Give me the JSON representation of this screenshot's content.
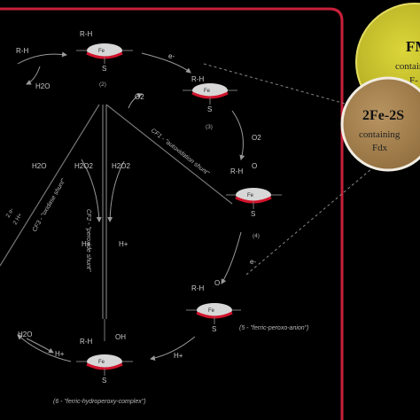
{
  "fmn": {
    "title": "FMN",
    "line1": "containing",
    "line2": "F-"
  },
  "fe2s": {
    "title": "2Fe-2S",
    "line1": "containing",
    "line2": "Fdx"
  },
  "states": {
    "s2": {
      "substrate": "R-H",
      "iron": "Fe",
      "sulfur": "S",
      "num": "(2)"
    },
    "s3": {
      "substrate": "R-H",
      "iron": "Fe",
      "sulfur": "S",
      "num": "(3)"
    },
    "s4": {
      "substrate": "R-H",
      "ligand": "O",
      "iron": "Fe",
      "sulfur": "S",
      "num": "(4)"
    },
    "s5": {
      "substrate": "R-H",
      "ligand": "O",
      "iron": "Fe",
      "sulfur": "S",
      "caption": "(5 - \"ferric-peroxo-anion\")"
    },
    "s6": {
      "substrate": "R-H",
      "ligand": "OH",
      "iron": "Fe",
      "sulfur": "S",
      "caption": "(6 - \"ferric-hydroperoxy-complex\")"
    }
  },
  "species": {
    "rh_left": "R-H",
    "h2o_left": "H2O",
    "e_minus_1": "e-",
    "e_minus_2": "e-",
    "o2_a": "O2",
    "o2_b": "O2",
    "h2o_mid": "H2O",
    "h2o2_a": "H2O2",
    "h2o2_b": "H2O2",
    "h_plus_a": "H+",
    "h_plus_b": "H+",
    "h_plus_c": "H+",
    "h_plus_d": "H+",
    "h2o_bottom": "H2O",
    "two_e": "2 e-",
    "two_h": "2 H+"
  },
  "shunts": {
    "autoxidation": "CF1 - \"autoxidation shunt\"",
    "peroxide": "CF2 - \"peroxide shunt\"",
    "oxidase": "CF3 - \"oxidase shunt\""
  },
  "colors": {
    "frame": "#c8203a",
    "heme": "#d0142c",
    "fmn_circle": "#c9c22a",
    "fe2s_circle": "#a8844f"
  }
}
